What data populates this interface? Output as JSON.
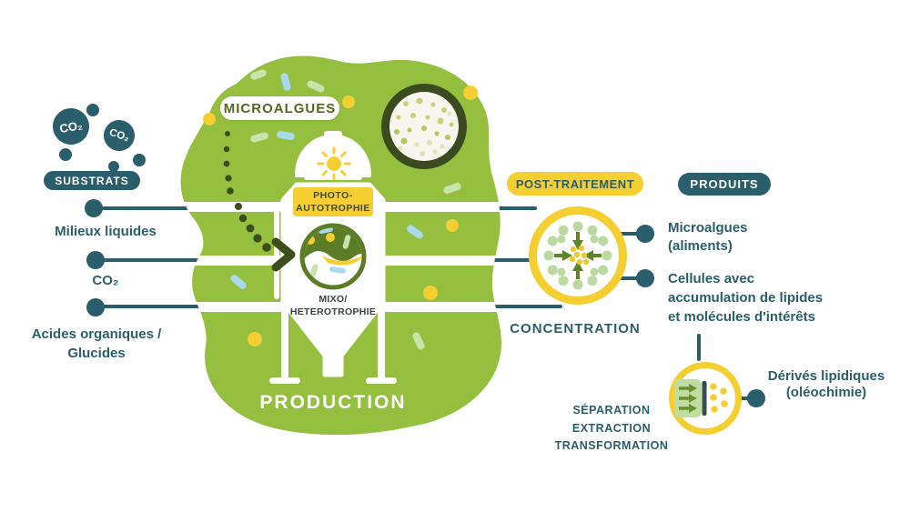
{
  "substrats": {
    "pill": "SUBSTRATS",
    "bubbles": [
      "CO₂",
      "CO₂"
    ],
    "inputs": [
      {
        "label_lines": [
          "Milieux liquides"
        ]
      },
      {
        "label_lines": [
          "CO₂"
        ]
      },
      {
        "label_lines": [
          "Acides organiques /",
          "Glucides"
        ]
      }
    ]
  },
  "microalgues_pill": "MICROALGUES",
  "reactor": {
    "photo_box_lines": [
      "PHOTO-",
      "AUTOTROPHIE"
    ],
    "mixo_lines": [
      "MIXO/",
      "HETEROTROPHIE"
    ],
    "production": "PRODUCTION"
  },
  "post_traitement": {
    "pill": "POST-TRAITEMENT",
    "caption": "CONCENTRATION"
  },
  "produits": {
    "pill": "PRODUITS",
    "item1_lines": [
      "Microalgues",
      "(aliments)"
    ],
    "item2_lines": [
      "Cellules avec",
      "accumulation de lipides",
      "et molécules d'intérêts"
    ]
  },
  "separation": {
    "caption_lines": [
      "SÉPARATION",
      "EXTRACTION",
      "TRANSFORMATION"
    ],
    "output_lines": [
      "Dérivés lipidiques",
      "(oléochimie)"
    ]
  },
  "colors": {
    "teal": "#2B5E6C",
    "green": "#95BF3F",
    "yellow": "#F5CE31",
    "olive": "#5C7D26",
    "dark_olive": "#3E4D1C",
    "light_green": "#C9E3AC",
    "light_blue": "#A9D9EC"
  }
}
